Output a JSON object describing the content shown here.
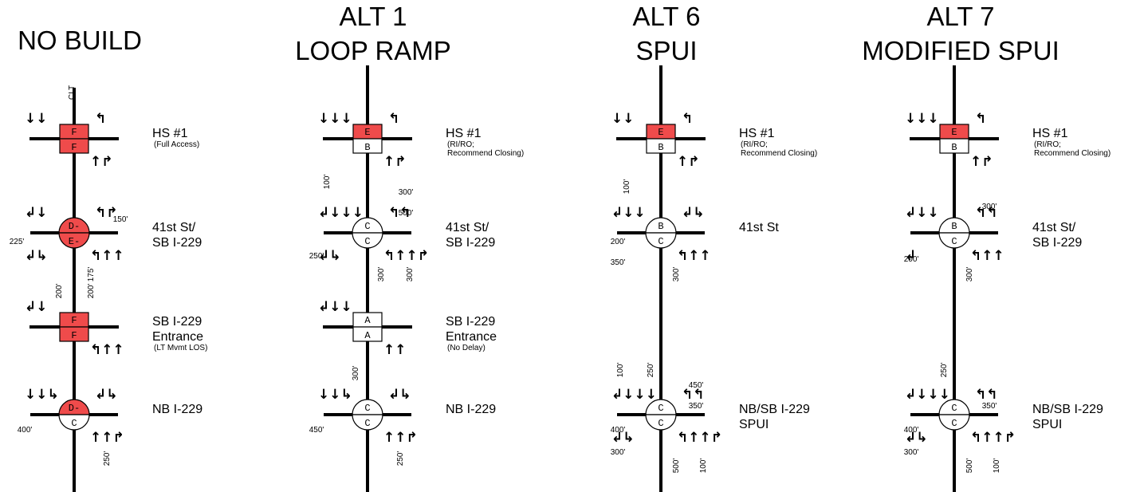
{
  "colors": {
    "failing": "#ef4b4b",
    "ok": "#ffffff",
    "line": "#000000"
  },
  "alternatives": [
    {
      "title_lines": [
        "NO BUILD"
      ],
      "intersections": [
        {
          "control": "square",
          "los_top": "F",
          "los_bottom": "F",
          "top_fail": true,
          "bottom_fail": true,
          "label_lines": [
            "HS #1"
          ],
          "sublabel_lines": [
            "(Full Access)"
          ],
          "dims": [
            "CLT"
          ],
          "approaches": [
            "↓↓",
            "↰",
            "↑↱"
          ]
        },
        {
          "control": "circle",
          "los_top": "D-",
          "los_bottom": "E-",
          "top_fail": true,
          "bottom_fail": true,
          "label_lines": [
            "41st St/",
            "SB I-229"
          ],
          "sublabel_lines": [],
          "dims": [
            "150'",
            "225'",
            "175'"
          ],
          "approaches": [
            "↲↓",
            "↰↱",
            "↲↳",
            "↰↑↑"
          ]
        },
        {
          "control": "square",
          "los_top": "F",
          "los_bottom": "F",
          "top_fail": true,
          "bottom_fail": true,
          "label_lines": [
            "SB I-229",
            "Entrance"
          ],
          "sublabel_lines": [
            "(LT Mvmt LOS)"
          ],
          "dims": [
            "200'",
            "200'"
          ],
          "approaches": [
            "↲↓",
            "↰↑↑"
          ]
        },
        {
          "control": "circle",
          "los_top": "D-",
          "los_bottom": "C",
          "top_fail": true,
          "bottom_fail": false,
          "label_lines": [
            "NB I-229"
          ],
          "sublabel_lines": [],
          "dims": [
            "400'",
            "250'"
          ],
          "approaches": [
            "↓↓↳",
            "↲↳",
            "↑↑↱"
          ]
        }
      ]
    },
    {
      "title_lines": [
        "ALT 1",
        "LOOP RAMP"
      ],
      "intersections": [
        {
          "control": "square",
          "los_top": "E",
          "los_bottom": "B",
          "top_fail": true,
          "bottom_fail": false,
          "label_lines": [
            "HS #1"
          ],
          "sublabel_lines": [
            "(RI/RO;",
            "Recommend Closing)"
          ],
          "dims": [],
          "approaches": [
            "↓↓↓",
            "↰",
            "↑↱"
          ]
        },
        {
          "control": "circle",
          "los_top": "C",
          "los_bottom": "C",
          "top_fail": false,
          "bottom_fail": false,
          "label_lines": [
            "41st St/",
            "SB I-229"
          ],
          "sublabel_lines": [],
          "dims": [
            "100'",
            "300'",
            "500'",
            "250'",
            "300'",
            "300'"
          ],
          "approaches": [
            "↲↓↓↓",
            "↰↰",
            "↲↳",
            "↰↑↑↱"
          ]
        },
        {
          "control": "square",
          "los_top": "A",
          "los_bottom": "A",
          "top_fail": false,
          "bottom_fail": false,
          "label_lines": [
            "SB I-229",
            "Entrance"
          ],
          "sublabel_lines": [
            "(No Delay)"
          ],
          "dims": [
            "300'"
          ],
          "approaches": [
            "↲↓↓",
            "↑↑"
          ]
        },
        {
          "control": "circle",
          "los_top": "C",
          "los_bottom": "C",
          "top_fail": false,
          "bottom_fail": false,
          "label_lines": [
            "NB I-229"
          ],
          "sublabel_lines": [],
          "dims": [
            "450'",
            "250'"
          ],
          "approaches": [
            "↓↓↳",
            "↲↳",
            "↑↑↱"
          ]
        }
      ]
    },
    {
      "title_lines": [
        "ALT 6",
        "SPUI"
      ],
      "intersections": [
        {
          "control": "square",
          "los_top": "E",
          "los_bottom": "B",
          "top_fail": true,
          "bottom_fail": false,
          "label_lines": [
            "HS #1"
          ],
          "sublabel_lines": [
            "(RI/RO;",
            "Recommend Closing)"
          ],
          "dims": [],
          "approaches": [
            "↓↓",
            "↰",
            "↑↱"
          ]
        },
        {
          "control": "circle",
          "los_top": "B",
          "los_bottom": "C",
          "top_fail": false,
          "bottom_fail": false,
          "label_lines": [
            "41st St"
          ],
          "sublabel_lines": [],
          "dims": [
            "100'",
            "200'",
            "350'",
            "300'"
          ],
          "approaches": [
            "↲↓↓",
            "↲↳",
            "↰↑↑"
          ]
        },
        {
          "control": "circle",
          "los_top": "C",
          "los_bottom": "C",
          "top_fail": false,
          "bottom_fail": false,
          "label_lines": [
            "NB/SB I-229",
            "SPUI"
          ],
          "sublabel_lines": [],
          "dims": [
            "100'",
            "250'",
            "450'",
            "350'",
            "400'",
            "300'",
            "500'",
            "100'"
          ],
          "approaches": [
            "↲↓↓↓",
            "↰↰",
            "↲↳",
            "↰↑↑↱"
          ]
        }
      ]
    },
    {
      "title_lines": [
        "ALT 7",
        "MODIFIED SPUI"
      ],
      "intersections": [
        {
          "control": "square",
          "los_top": "E",
          "los_bottom": "B",
          "top_fail": true,
          "bottom_fail": false,
          "label_lines": [
            "HS #1"
          ],
          "sublabel_lines": [
            "(RI/RO;",
            "Recommend Closing)"
          ],
          "dims": [],
          "approaches": [
            "↓↓↓",
            "↰",
            "↑↱"
          ]
        },
        {
          "control": "circle",
          "los_top": "B",
          "los_bottom": "C",
          "top_fail": false,
          "bottom_fail": false,
          "label_lines": [
            "41st St/",
            "SB I-229"
          ],
          "sublabel_lines": [],
          "dims": [
            "300'",
            "200'",
            "300'"
          ],
          "approaches": [
            "↲↓↓",
            "↰↰",
            "↲",
            "↰↑↑"
          ]
        },
        {
          "control": "circle",
          "los_top": "C",
          "los_bottom": "C",
          "top_fail": false,
          "bottom_fail": false,
          "label_lines": [
            "NB/SB I-229",
            "SPUI"
          ],
          "sublabel_lines": [],
          "dims": [
            "250'",
            "350'",
            "400'",
            "300'",
            "500'",
            "100'"
          ],
          "approaches": [
            "↲↓↓↓",
            "↰↰",
            "↲↳",
            "↰↑↑↱"
          ]
        }
      ]
    }
  ]
}
